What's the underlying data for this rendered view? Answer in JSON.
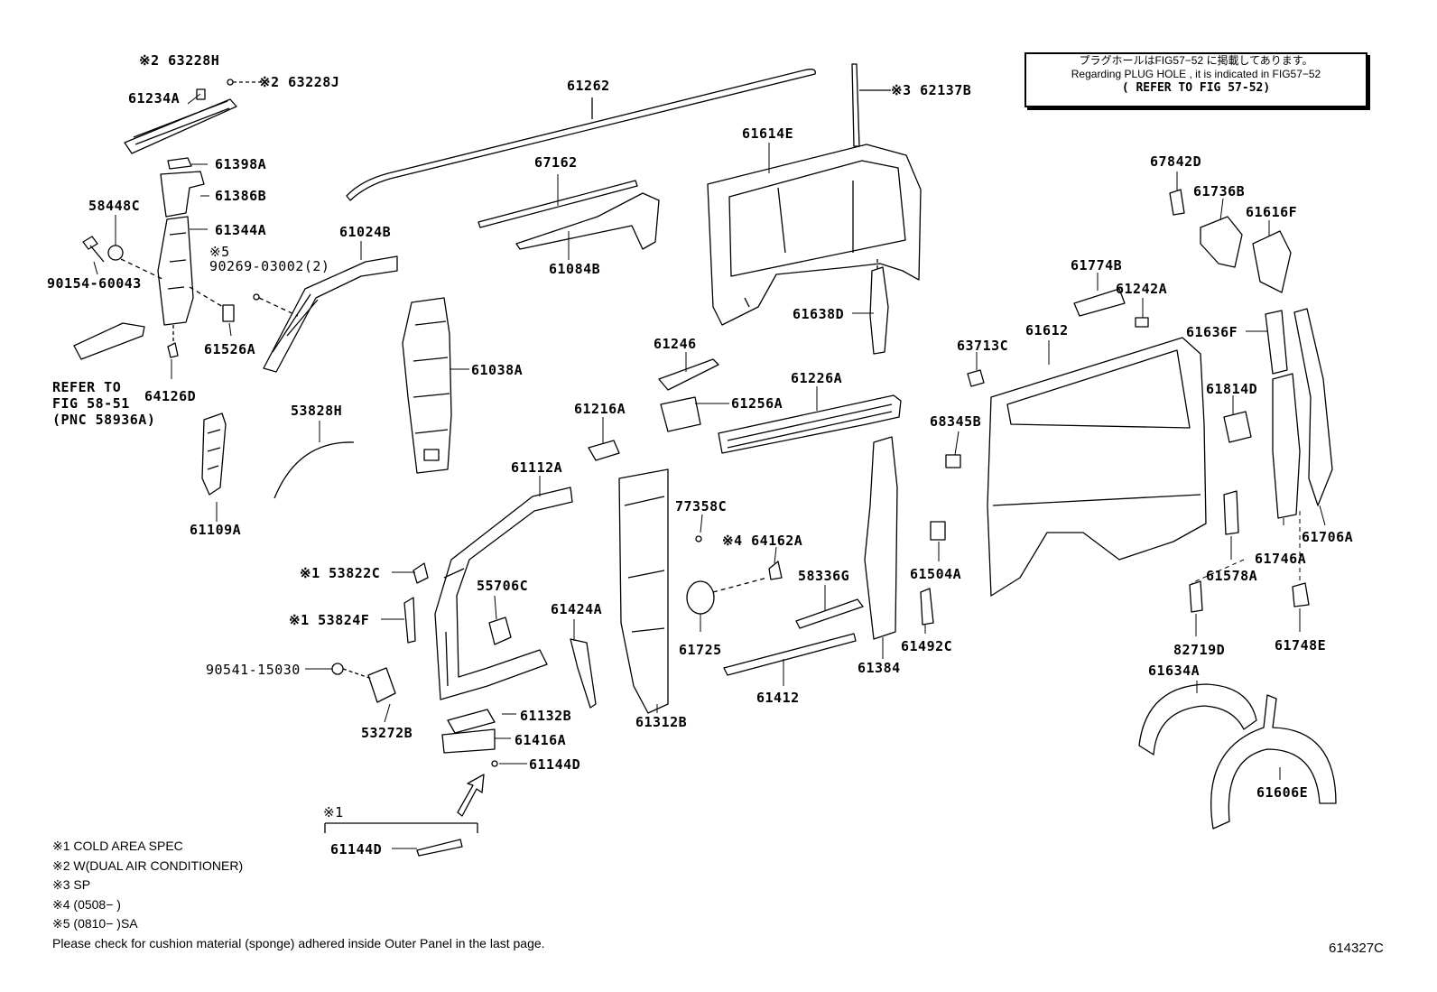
{
  "notice": {
    "line1": "プラグホールはFIG57−52 に掲載してあります。",
    "line2": "Regarding PLUG HOLE , it is indicated in FIG57−52",
    "line3": "( REFER TO FIG 57-52)"
  },
  "parts": {
    "p63228H": "※2 63228H",
    "p63228J": "※2 63228J",
    "p61234A": "61234A",
    "p61262": "61262",
    "p62137B": "※3 62137B",
    "p61398A": "61398A",
    "p61386B": "61386B",
    "p58448C": "58448C",
    "p61344A": "61344A",
    "p90154": "90154-60043",
    "p61024B": "61024B",
    "p90269_mark": "※5",
    "p90269": "90269-03002(2)",
    "p61526A": "61526A",
    "p64126D": "64126D",
    "p61109A": "61109A",
    "p53828H": "53828H",
    "p61038A": "61038A",
    "p67162": "67162",
    "p61084B": "61084B",
    "p61614E": "61614E",
    "p61638D": "61638D",
    "p61246": "61246",
    "p61256A": "61256A",
    "p61216A": "61216A",
    "p61226A": "61226A",
    "p61112A": "61112A",
    "p77358C": "77358C",
    "p64162A": "※4 64162A",
    "p53822C": "※1 53822C",
    "p55706C": "55706C",
    "p53824F": "※1 53824F",
    "p61424A": "61424A",
    "p58336G": "58336G",
    "p61504A": "61504A",
    "p90541": "90541-15030",
    "p61725": "61725",
    "p61492C": "61492C",
    "p61384": "61384",
    "p61412": "61412",
    "p61312B": "61312B",
    "p61132B": "61132B",
    "p53272B": "53272B",
    "p61416A": "61416A",
    "p61144D_a": "61144D",
    "p61144D_b": "61144D",
    "p67842D": "67842D",
    "p61736B": "61736B",
    "p61616F": "61616F",
    "p61774B": "61774B",
    "p61242A": "61242A",
    "p63713C": "63713C",
    "p61612": "61612",
    "p61636F": "61636F",
    "p61814D": "61814D",
    "p68345B": "68345B",
    "p61706A": "61706A",
    "p61746A": "61746A",
    "p61578A": "61578A",
    "p82719D": "82719D",
    "p61748E": "61748E",
    "p61634A": "61634A",
    "p61606E": "61606E",
    "group_mark": "※1"
  },
  "refer_note": [
    "REFER TO",
    "FIG 58-51",
    "(PNC 58936A)"
  ],
  "footnotes": [
    "※1 COLD AREA SPEC",
    "※2 W(DUAL AIR CONDITIONER)",
    "※3 SP",
    "※4 (0508−        )",
    "※5 (0810−        )SA",
    "Please check for cushion material (sponge) adhered inside Outer Panel in the last page."
  ],
  "diagram_code": "614327C"
}
